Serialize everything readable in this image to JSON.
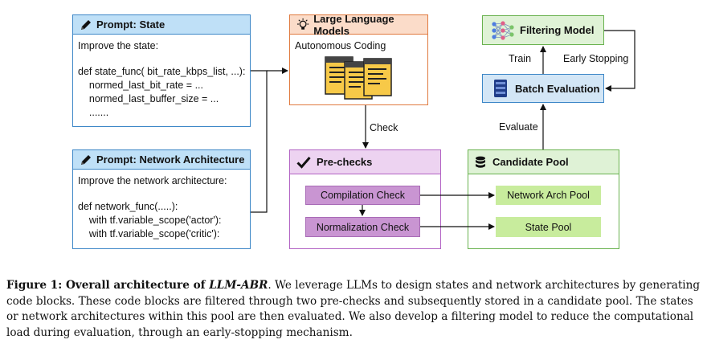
{
  "prompt_state": {
    "title": "Prompt: State",
    "instruction": "Improve the state:",
    "code": [
      "def state_func( bit_rate_kbps_list, ...):",
      "    normed_last_bit_rate = ...",
      "    normed_last_buffer_size = ...",
      "    ......."
    ]
  },
  "prompt_network": {
    "title": "Prompt: Network Architecture",
    "instruction": "Improve the network architecture:",
    "code": [
      "def network_func(.....):",
      "    with tf.variable_scope('actor'):",
      "    with tf.variable_scope('critic'):"
    ]
  },
  "llm": {
    "title": "Large Language Models",
    "subtitle": "Autonomous Coding",
    "icon": "lightbulb-icon"
  },
  "prechecks": {
    "title": "Pre-checks",
    "items": [
      "Compilation Check",
      "Normalization Check"
    ],
    "icon": "checkmark-icon"
  },
  "candidate_pool": {
    "title": "Candidate Pool",
    "items": [
      "Network Arch Pool",
      "State Pool"
    ],
    "icon": "database-icon"
  },
  "batch_eval": {
    "title": "Batch Evaluation",
    "icon": "server-icon"
  },
  "filtering": {
    "title": "Filtering Model",
    "icon": "neural-network-icon"
  },
  "edge_labels": {
    "check": "Check",
    "evaluate": "Evaluate",
    "train": "Train",
    "early_stopping": "Early Stopping"
  },
  "caption": {
    "fig_label": "Figure 1: Overall architecture of ",
    "fig_name": "LLM-ABR",
    "fig_rest": ". We leverage LLMs to design states and network architectures by generating code blocks. These code blocks are filtered through two pre-checks and subsequently stored in a candidate pool. The states or network architectures within this pool are then evaluated. We also develop a filtering model to reduce the computational load during evaluation, through an early-stopping mechanism."
  },
  "colors": {
    "blue_header": "#bfe0f7",
    "blue_border": "#3d87c7",
    "orange_header": "#fbdcc9",
    "orange_border": "#e07a3f",
    "purple_header": "#edd3f1",
    "purple_border": "#b263c4",
    "purple_pill": "#c995d2",
    "green_header": "#dff2d6",
    "green_border": "#69b24f",
    "green_pill": "#c8ec9d",
    "batch_fill": "#d3e6f6"
  }
}
